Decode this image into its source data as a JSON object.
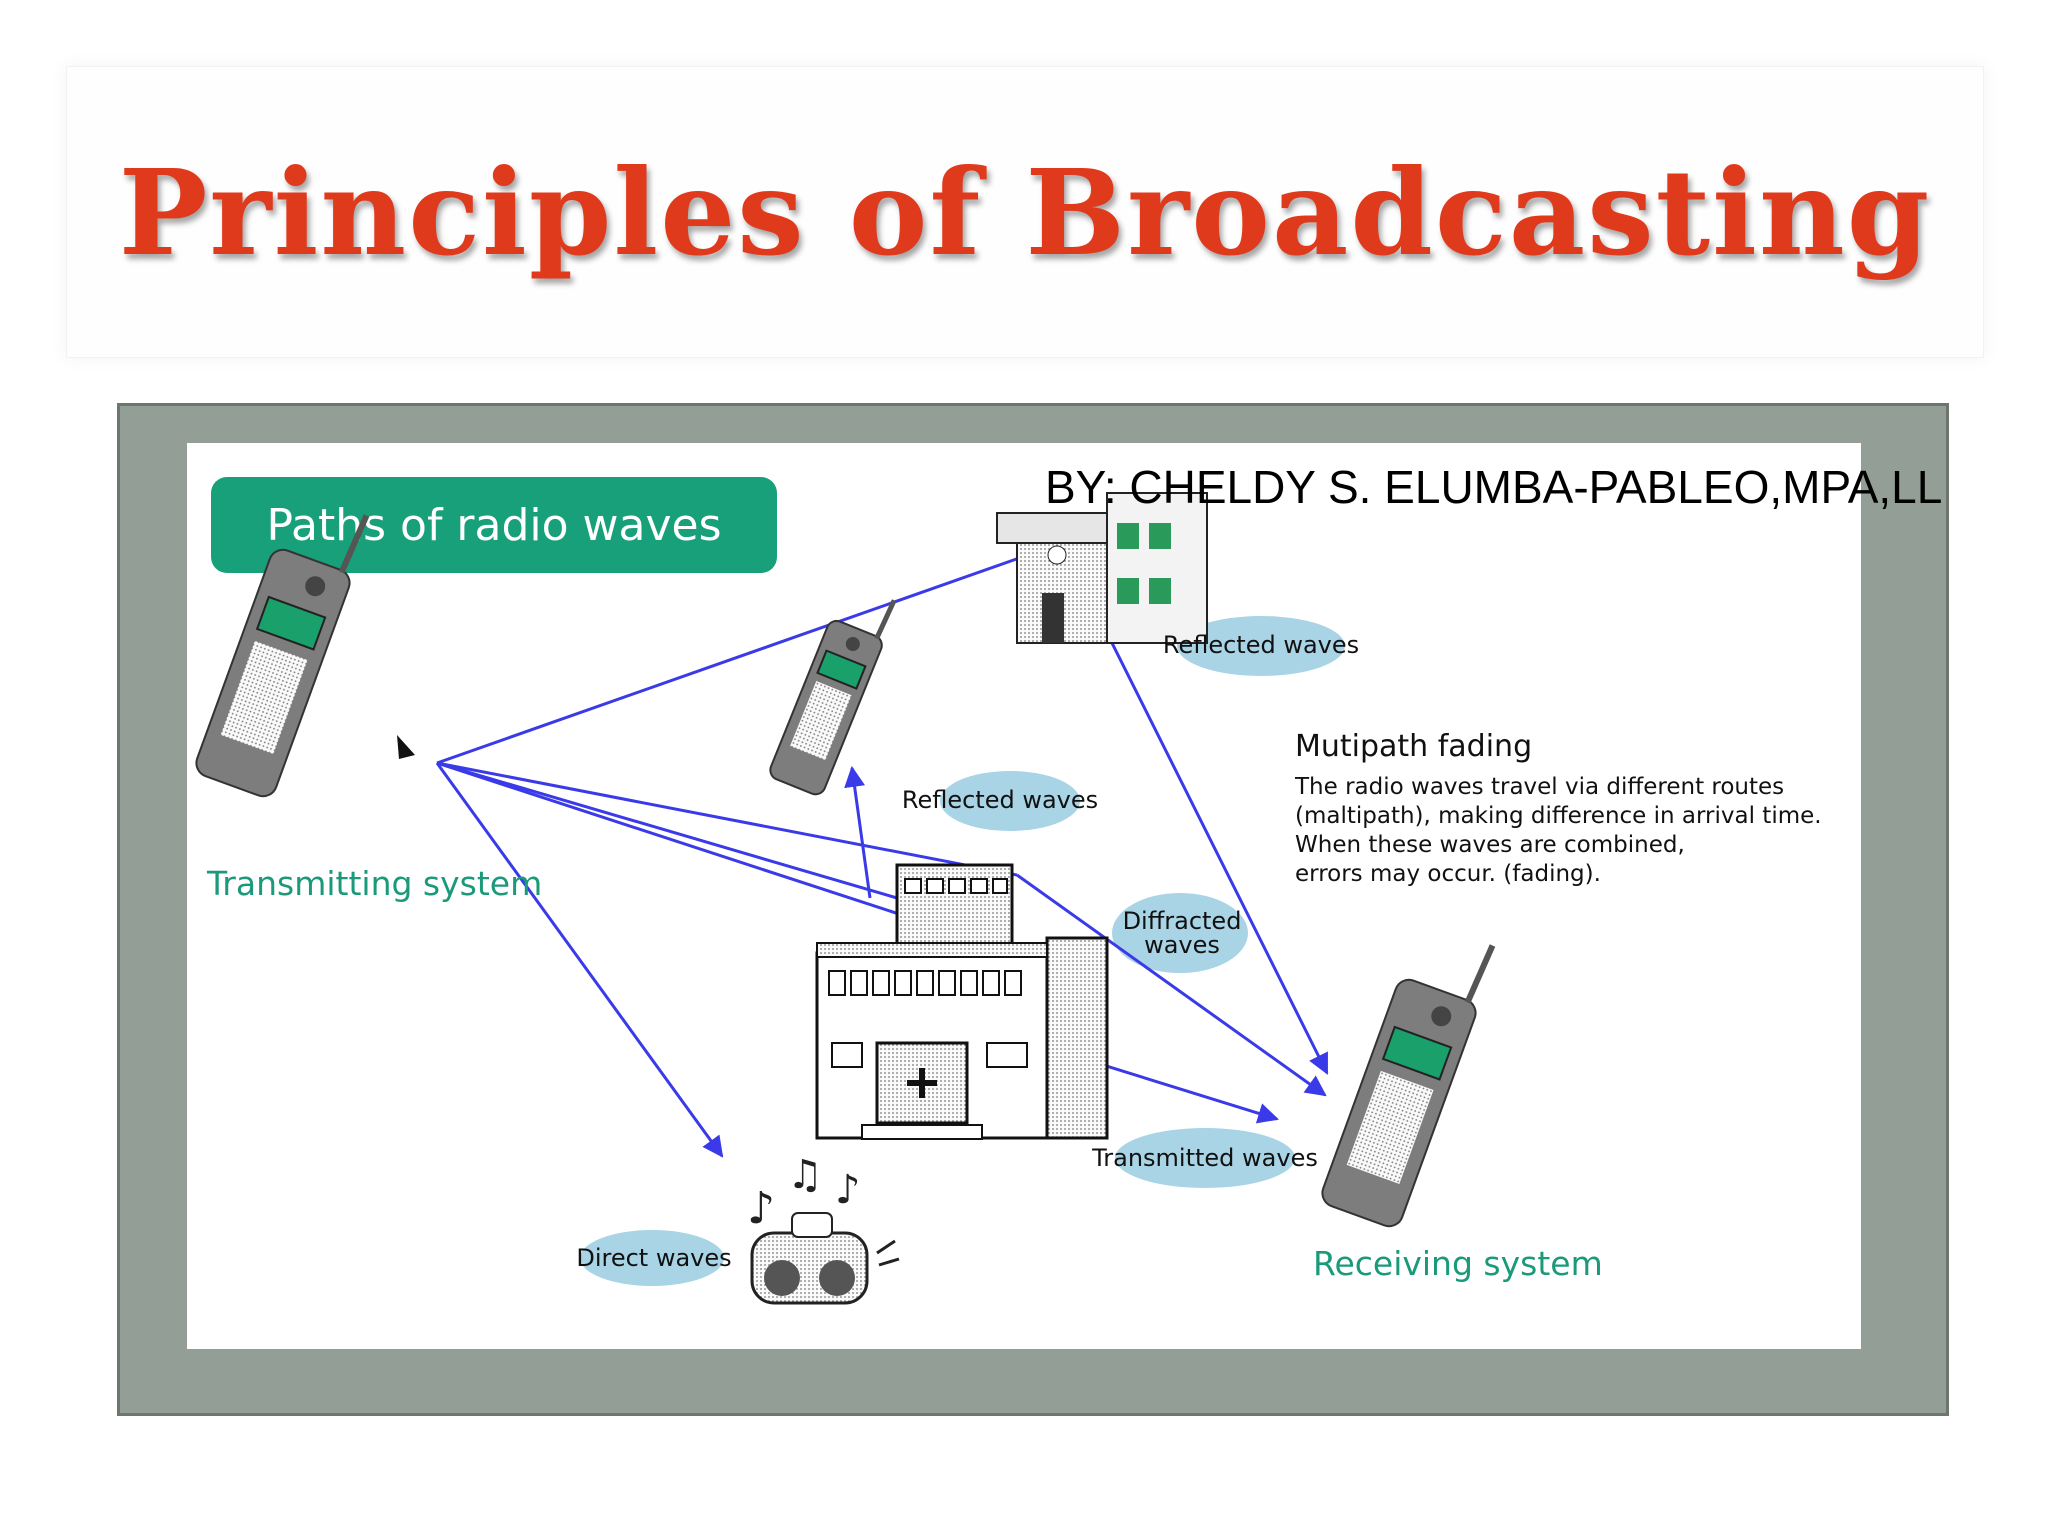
{
  "slide": {
    "title": "Principles of Broadcasting",
    "byline": "BY: CHELDY S. ELUMBA-PABLEO,MPA,LL"
  },
  "diagram": {
    "heading": "Paths of radio waves",
    "transmitting_label": "Transmitting system",
    "receiving_label": "Receiving system",
    "wave_labels": {
      "reflected_top": "Reflected waves",
      "reflected_mid": "Reflected waves",
      "diffracted_1": "Diffracted",
      "diffracted_2": "waves",
      "transmitted": "Transmitted waves",
      "direct": "Direct waves"
    },
    "note": {
      "title": "Mutipath fading",
      "lines": [
        "The radio waves travel via different routes",
        "(maltipath), making difference in arrival time.",
        "When these waves are combined,",
        "errors may occur. (fading)."
      ]
    },
    "colors": {
      "heading_bg": "#18a07a",
      "label_green": "#1a9a7a",
      "wave_blue": "#3a3ae8",
      "bubble": "#a8d4e6",
      "title_red": "#e03a1c",
      "frame_gray": "#939e96"
    }
  }
}
